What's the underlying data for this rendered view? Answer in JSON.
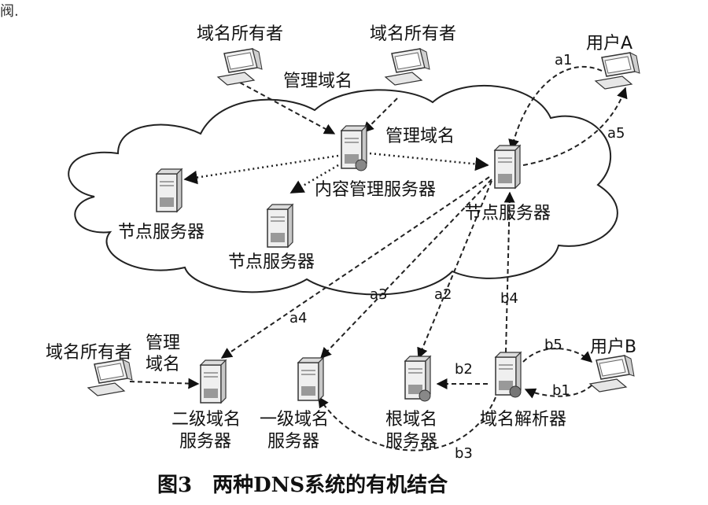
{
  "top_fragment": "阀.",
  "nodes": {
    "owner1": "域名所有者",
    "owner2": "域名所有者",
    "owner3": "域名所有者",
    "userA": "用户A",
    "userB": "用户B",
    "cms": "内容管理服务器",
    "node_left": "节点服务器",
    "node_mid": "节点服务器",
    "node_right": "节点服务器",
    "second_level_1": "二级域名",
    "second_level_2": "服务器",
    "first_level_1": "一级域名",
    "first_level_2": "服务器",
    "root_1": "根域名",
    "root_2": "服务器",
    "resolver": "域名解析器"
  },
  "edge_labels": {
    "manage1": "管理域名",
    "manage2": "管理域名",
    "manage3_1": "管理",
    "manage3_2": "域名",
    "a1": "a1",
    "a2": "a2",
    "a3": "a3",
    "a4": "a4",
    "a5": "a5",
    "b1": "b1",
    "b2": "b2",
    "b3": "b3",
    "b4": "b4",
    "b5": "b5"
  },
  "caption": "图3　两种DNS系统的有机结合"
}
